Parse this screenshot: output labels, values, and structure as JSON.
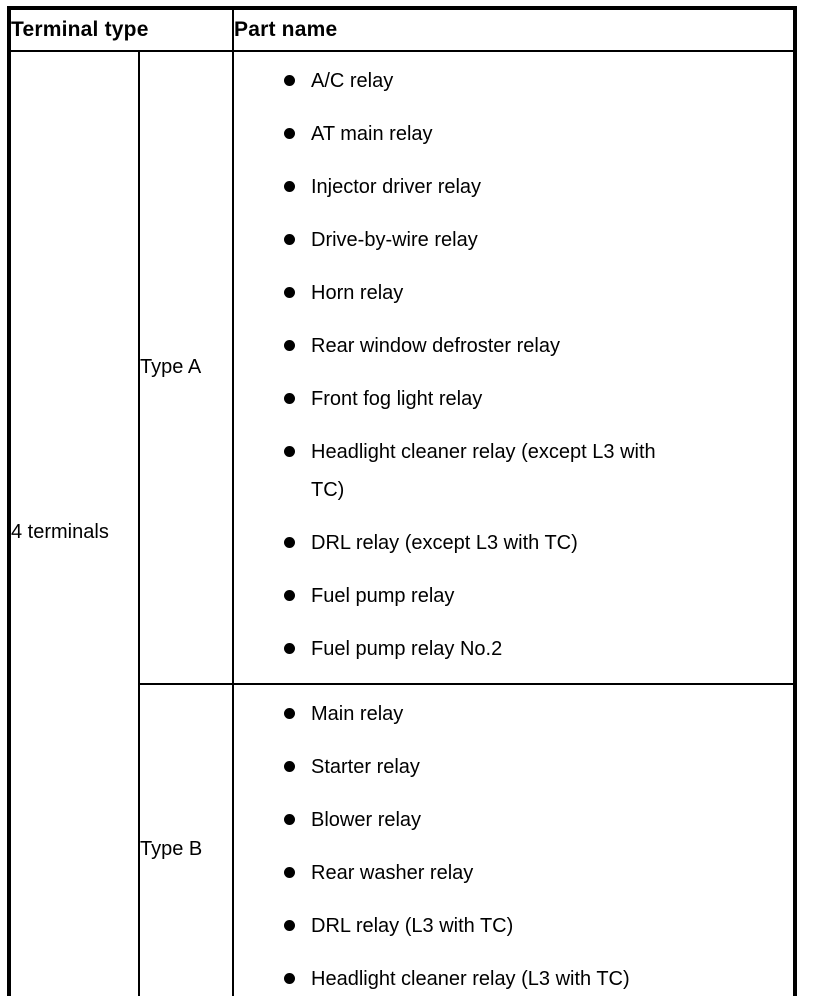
{
  "table": {
    "headers": [
      "Terminal type",
      "Part name"
    ],
    "terminal_type": "4 terminals",
    "groups": [
      {
        "type": "Type A",
        "items": [
          "A/C relay",
          "AT main relay",
          "Injector driver relay",
          "Drive-by-wire relay",
          "Horn relay",
          "Rear window defroster relay",
          "Front fog light relay",
          "Headlight cleaner relay (except L3 with\nTC)",
          "DRL relay (except L3 with TC)",
          "Fuel pump relay",
          "Fuel pump relay No.2"
        ]
      },
      {
        "type": "Type B",
        "items": [
          "Main relay",
          "Starter relay",
          "Blower relay",
          "Rear washer relay",
          "DRL relay (L3 with TC)",
          "Headlight cleaner relay (L3 with TC)"
        ]
      }
    ],
    "icons": {
      "list_bullet": "filled-circle"
    },
    "colors": {
      "border": "#000000",
      "text": "#000000",
      "background": "#ffffff"
    }
  }
}
